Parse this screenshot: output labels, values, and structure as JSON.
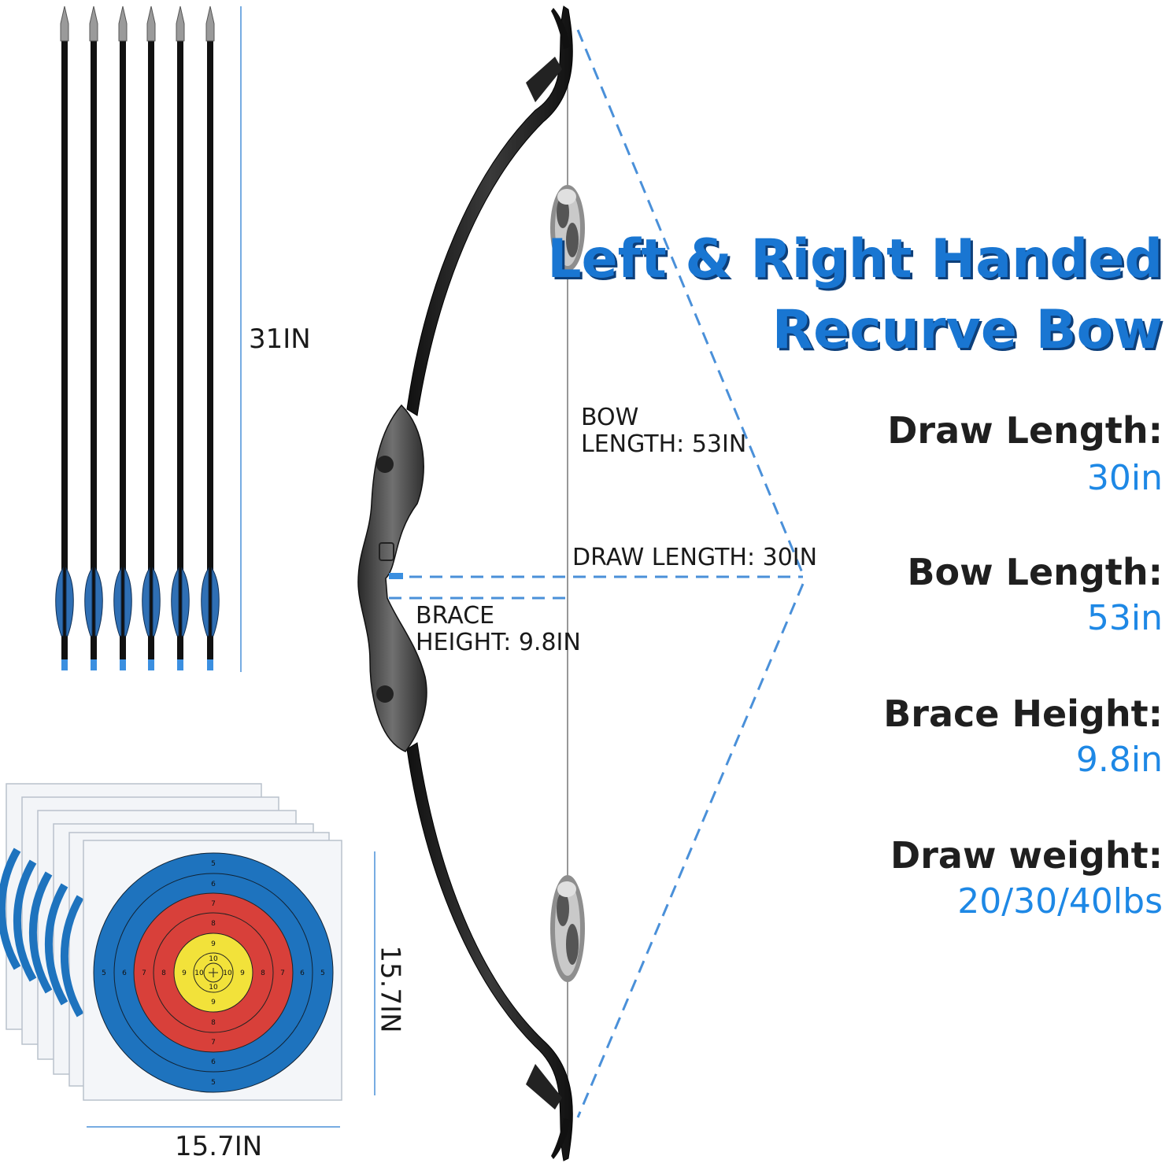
{
  "headline": {
    "line1": "Left & Right Handed",
    "line2": "Recurve Bow"
  },
  "specs": [
    {
      "label": "Draw Length:",
      "value": "30in"
    },
    {
      "label": "Bow Length:",
      "value": "53in"
    },
    {
      "label": "Brace Height:",
      "value": "9.8in"
    },
    {
      "label": "Draw weight:",
      "value": "20/30/40lbs"
    }
  ],
  "dimensions": {
    "arrow_length": "31IN",
    "bow_length_line1": "BOW",
    "bow_length_line2": "LENGTH: 53IN",
    "draw_length": "DRAW LENGTH: 30IN",
    "brace_height_line1": "BRACE",
    "brace_height_line2": "HEIGHT: 9.8IN",
    "target_width": "15.7IN",
    "target_height": "15.7IN"
  },
  "target": {
    "rings": [
      "5",
      "6",
      "7",
      "8",
      "9",
      "10"
    ]
  },
  "colors": {
    "accent_blue": "#1e88e5",
    "headline_blue": "#1976d2",
    "dim_line": "#4a90d9",
    "target_blue": "#1e73be",
    "target_red": "#d8403a",
    "target_yellow": "#f2e23a"
  }
}
